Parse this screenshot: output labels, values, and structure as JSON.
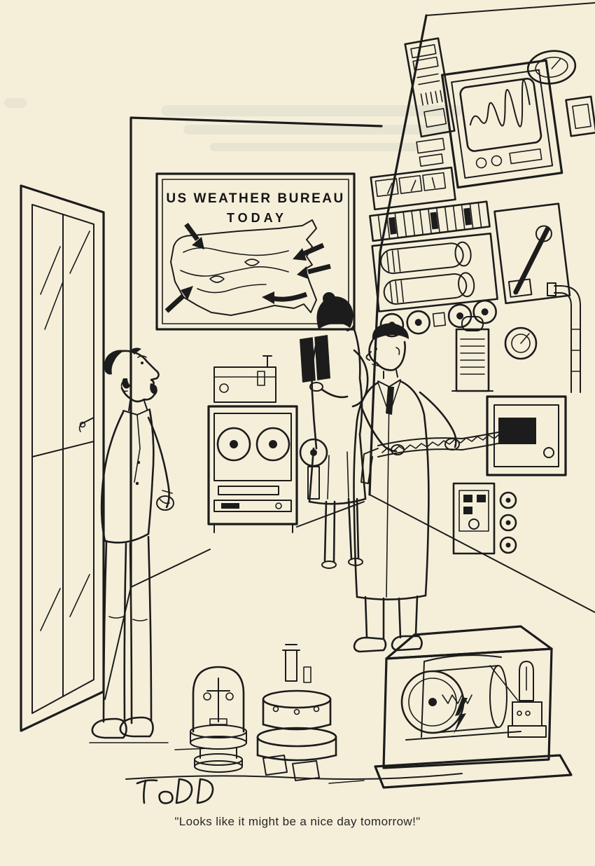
{
  "colors": {
    "paper": "#f5efda",
    "ink": "#1c1c1c"
  },
  "map": {
    "line1": "US WEATHER BUREAU",
    "line2": "TODAY"
  },
  "caption": "\"Looks like it might be a nice day tomorrow!\""
}
